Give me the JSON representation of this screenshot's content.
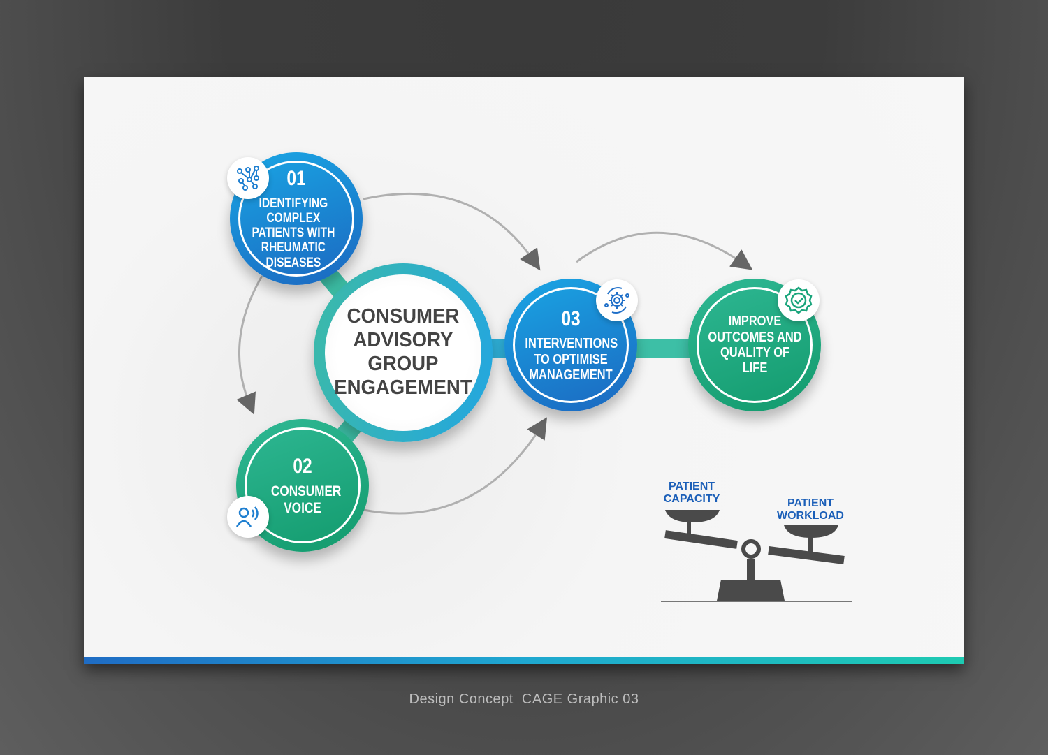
{
  "center": {
    "lines": [
      "CONSUMER",
      "ADVISORY",
      "GROUP",
      "ENGAGEMENT"
    ]
  },
  "steps": [
    {
      "number": "01",
      "label": "IDENTIFYING COMPLEX PATIENTS WITH RHEUMATIC DISEASES",
      "icon": "network-nodes-icon"
    },
    {
      "number": "02",
      "label": "CONSUMER VOICE",
      "icon": "person-speaking-icon"
    },
    {
      "number": "03",
      "label": "INTERVENTIONS TO OPTIMISE MANAGEMENT",
      "icon": "gear-cycle-icon"
    },
    {
      "number": "",
      "label": "IMPROVE OUTCOMES AND QUALITY OF LIFE",
      "icon": "check-badge-icon"
    }
  ],
  "scale": {
    "left_label": "PATIENT CAPACITY",
    "right_label": "PATIENT WORKLOAD"
  },
  "caption": "Design Concept  CAGE Graphic 03",
  "colors": {
    "blue": "#1b7fd4",
    "green": "#1aa57c",
    "teal": "#3dbfa6",
    "label_blue": "#1b5fb8"
  }
}
